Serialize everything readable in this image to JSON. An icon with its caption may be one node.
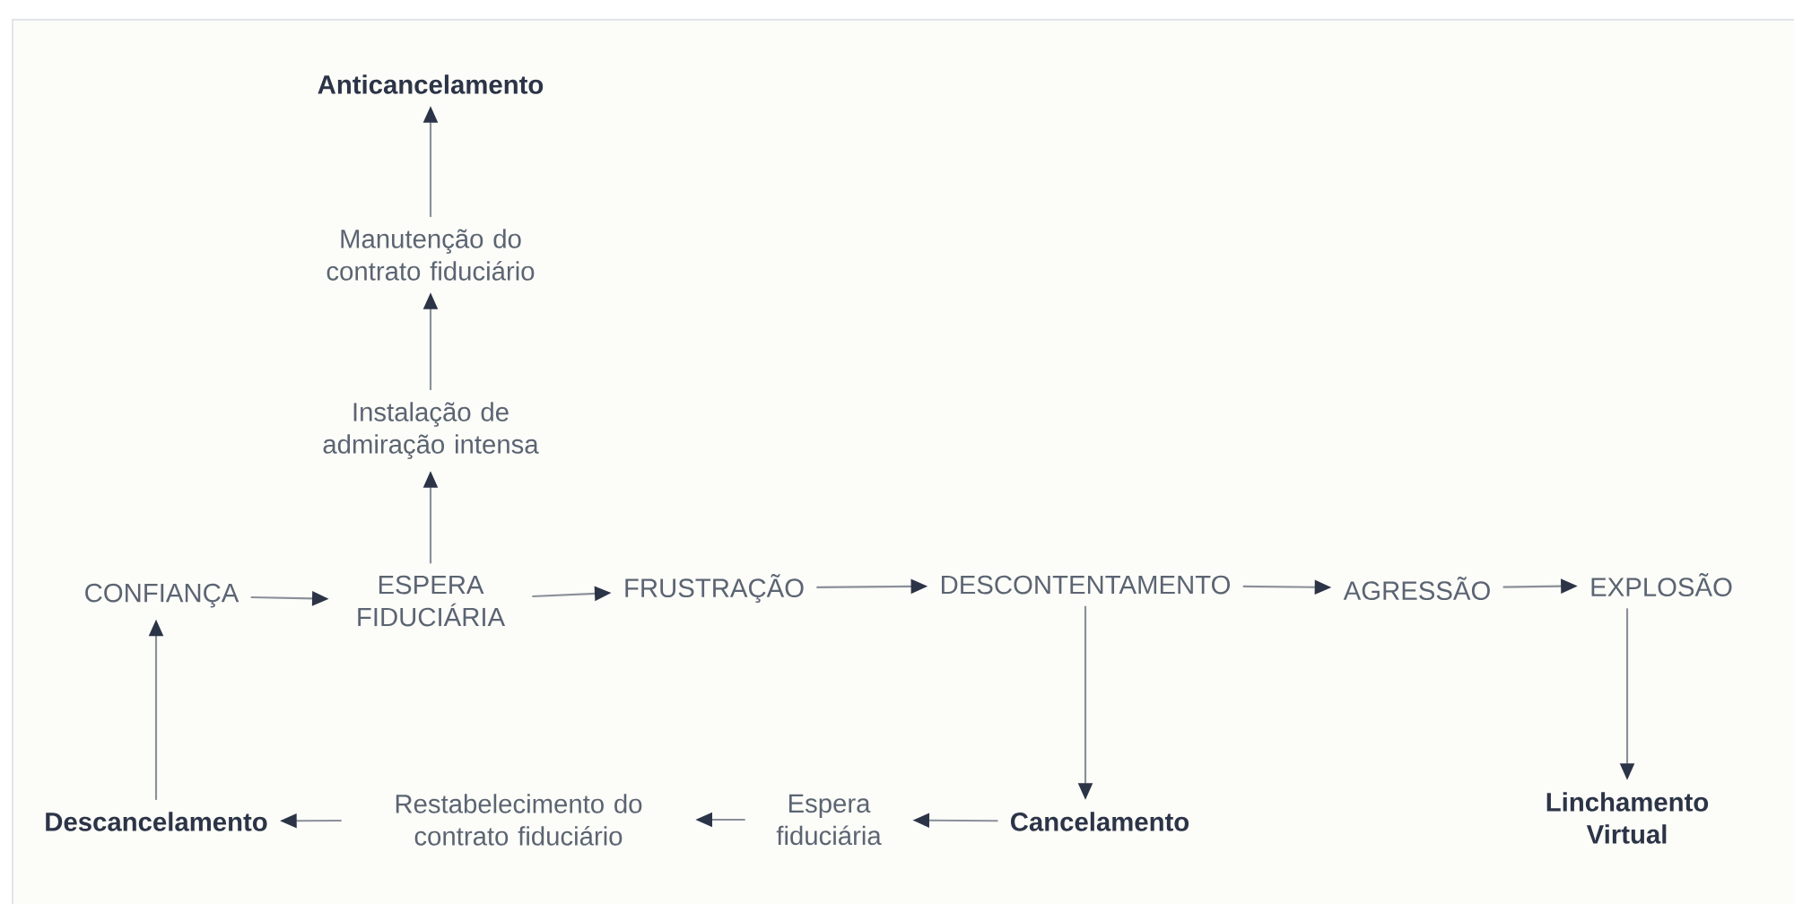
{
  "diagram": {
    "nodes": [
      {
        "text": [
          "Anticancelamento"
        ]
      },
      {
        "text": [
          "Manutenção do contrato fiduciário"
        ]
      },
      {
        "text": [
          "Instalação de admiração intensa"
        ]
      },
      {
        "text": [
          "CONFIANÇA"
        ]
      },
      {
        "text": [
          "ESPERA FIDUCIÁRIA"
        ]
      },
      {
        "text": [
          "FRUSTRAÇÃO"
        ]
      },
      {
        "text": [
          "DESCONTENTAMENTO"
        ]
      },
      {
        "text": [
          "AGRESSÃO"
        ]
      },
      {
        "text": [
          "EXPLOSÃO"
        ]
      },
      {
        "text": [
          "Descancelamento"
        ]
      },
      {
        "text": [
          "Restabelecimento do contrato fiduciário"
        ]
      },
      {
        "text": [
          "Espera fiduciária"
        ]
      },
      {
        "text": [
          "Cancelamento"
        ]
      },
      {
        "text": [
          "Linchamento Virtual"
        ]
      }
    ],
    "edges": [
      {
        "from": 3,
        "to": 4,
        "arrow": "to"
      },
      {
        "from": 4,
        "to": 5,
        "arrow": "to"
      },
      {
        "from": 5,
        "to": 6,
        "arrow": "to"
      },
      {
        "from": 6,
        "to": 7,
        "arrow": "to"
      },
      {
        "from": 7,
        "to": 8,
        "arrow": "to"
      },
      {
        "from": 4,
        "to": 2,
        "arrow": "to"
      },
      {
        "from": 2,
        "to": 1,
        "arrow": "to"
      },
      {
        "from": 1,
        "to": 0,
        "arrow": "to"
      },
      {
        "from": 6,
        "to": 12,
        "arrow": "to"
      },
      {
        "from": 8,
        "to": 13,
        "arrow": "to"
      },
      {
        "from": 12,
        "to": 11,
        "arrow": "to"
      },
      {
        "from": 11,
        "to": 10,
        "arrow": "to"
      },
      {
        "from": 10,
        "to": 9,
        "arrow": "to"
      },
      {
        "from": 9,
        "to": 3,
        "arrow": "to"
      }
    ]
  }
}
